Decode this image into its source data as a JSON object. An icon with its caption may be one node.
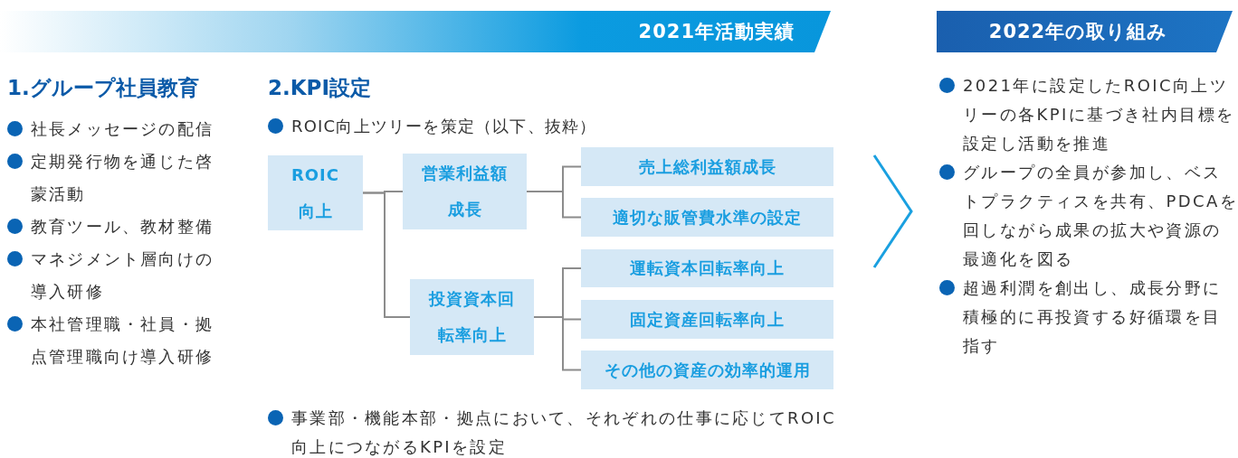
{
  "diagram": {
    "nodes": [
      {
        "text": [
          "ROIC向上"
        ]
      },
      {
        "text": [
          "営業利益額成長"
        ]
      },
      {
        "text": [
          "投資資本回転率向上"
        ]
      },
      {
        "text": [
          "売上総利益額成長"
        ]
      },
      {
        "text": [
          "適切な販管費水準の設定"
        ]
      },
      {
        "text": [
          "運転資本回転率向上"
        ]
      },
      {
        "text": [
          "固定資産回転率向上"
        ]
      },
      {
        "text": [
          "その他の資産の効率的運用"
        ]
      }
    ],
    "edges": [
      {
        "from": 0,
        "to": 1,
        "arrow": "none"
      },
      {
        "from": 0,
        "to": 2,
        "arrow": "none"
      },
      {
        "from": 1,
        "to": 3,
        "arrow": "none"
      },
      {
        "from": 1,
        "to": 4,
        "arrow": "none"
      },
      {
        "from": 2,
        "to": 5,
        "arrow": "none"
      },
      {
        "from": 2,
        "to": 6,
        "arrow": "none"
      },
      {
        "from": 2,
        "to": 7,
        "arrow": "none"
      }
    ],
    "labels": [
      "2021年活動実績",
      "1.グループ社員教育",
      "社長メッセージの配信",
      "定期発行物を通じた啓蒙活動",
      "教育ツール、教材整備",
      "マネジメント層向けの導入研修",
      "本社管理職・社員・拠点管理職向け導入研修",
      "2.KPI設定",
      "ROIC向上ツリーを策定（以下、抜粋）",
      "事業部・機能本部・拠点において、それぞれの仕事に応じてROIC向上につながるKPIを設定",
      "2022年の取り組み",
      "2021年に設定したROIC向上ツリーの各KPIに基づき社内目標を設定し活動を推進",
      "グループの全員が参加し、ベストプラクティスを共有、PDCAを回しながら成果の拡大や資源の最適化を図る",
      "超過利潤を創出し、成長分野に積極的に再投資する好循環を目指す"
    ]
  }
}
